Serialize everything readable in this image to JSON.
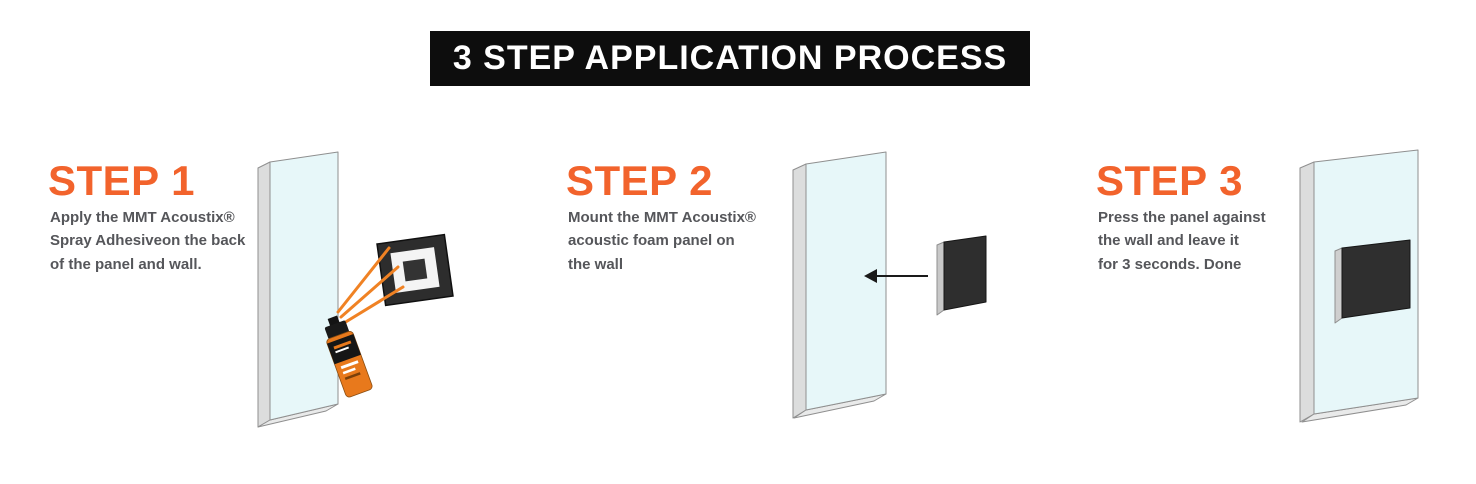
{
  "banner": {
    "title": "3 STEP APPLICATION PROCESS"
  },
  "steps": [
    {
      "heading": "STEP 1",
      "body": "Apply the MMT Acoustix®\nSpray Adhesiveon the back\nof the panel and wall.",
      "illustration": "wall-panel-with-spray-can-and-foam-tile"
    },
    {
      "heading": "STEP 2",
      "body": "Mount the MMT Acoustix®\n acoustic foam panel on\nthe wall",
      "illustration": "wall-panel-with-foam-panel-and-arrow"
    },
    {
      "heading": "STEP 3",
      "body": "Press the panel against\nthe wall and leave it\nfor 3 seconds. Done",
      "illustration": "wall-panel-with-mounted-foam-panel"
    }
  ],
  "colors": {
    "accent_orange": "#F2632C",
    "banner_background": "#0D0D0D",
    "banner_text": "#FFFFFF",
    "body_text": "#55565A",
    "wall_face": "#E7F7F9",
    "wall_edge": "#DCDDDD",
    "foam_dark": "#2E2E2E",
    "spray_can_orange": "#E8791C",
    "spray_lines_orange": "#F08224",
    "arrow_black": "#1A1A1A"
  }
}
